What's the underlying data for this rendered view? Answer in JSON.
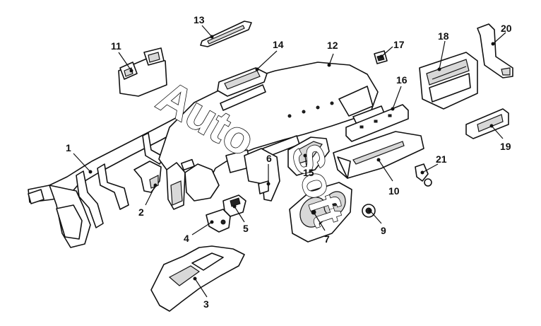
{
  "watermark": {
    "text_a": "Auto",
    "text_b": "Soft"
  },
  "callouts": [
    {
      "id": "c1",
      "label": "1"
    },
    {
      "id": "c2",
      "label": "2"
    },
    {
      "id": "c3",
      "label": "3"
    },
    {
      "id": "c4",
      "label": "4"
    },
    {
      "id": "c5",
      "label": "5"
    },
    {
      "id": "c6",
      "label": "6"
    },
    {
      "id": "c7",
      "label": "7"
    },
    {
      "id": "c9",
      "label": "9"
    },
    {
      "id": "c10",
      "label": "10"
    },
    {
      "id": "c11",
      "label": "11"
    },
    {
      "id": "c12",
      "label": "12"
    },
    {
      "id": "c13",
      "label": "13"
    },
    {
      "id": "c14",
      "label": "14"
    },
    {
      "id": "c15",
      "label": "15"
    },
    {
      "id": "c16",
      "label": "16"
    },
    {
      "id": "c17",
      "label": "17"
    },
    {
      "id": "c18",
      "label": "18"
    },
    {
      "id": "c19",
      "label": "19"
    },
    {
      "id": "c20",
      "label": "20"
    },
    {
      "id": "c21",
      "label": "21"
    }
  ]
}
